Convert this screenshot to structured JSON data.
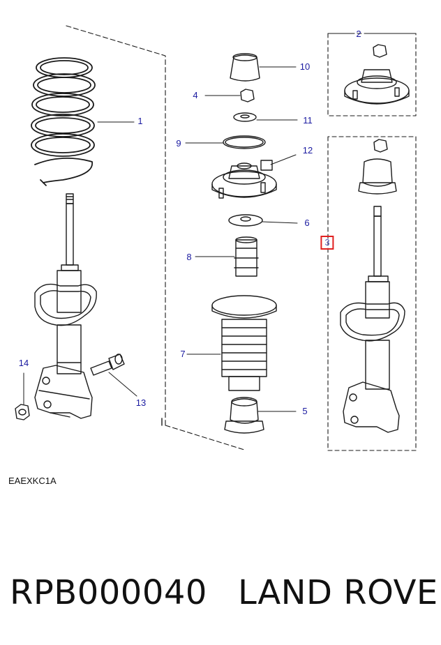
{
  "diagram": {
    "image_code": "EAEXKC1A",
    "callouts": [
      {
        "id": "1",
        "label": "1"
      },
      {
        "id": "2",
        "label": "2"
      },
      {
        "id": "3",
        "label": "3"
      },
      {
        "id": "4",
        "label": "4"
      },
      {
        "id": "5",
        "label": "5"
      },
      {
        "id": "6",
        "label": "6"
      },
      {
        "id": "7",
        "label": "7"
      },
      {
        "id": "8",
        "label": "8"
      },
      {
        "id": "9",
        "label": "9"
      },
      {
        "id": "10",
        "label": "10"
      },
      {
        "id": "11",
        "label": "11"
      },
      {
        "id": "12",
        "label": "12"
      },
      {
        "id": "13",
        "label": "13"
      },
      {
        "id": "14",
        "label": "14"
      }
    ],
    "highlighted_callout": "3",
    "colors": {
      "callout_text": "#1a1aa0",
      "highlight_box": "#e02020",
      "line": "#1a1a1a"
    }
  },
  "footer": {
    "part_number": "RPB000040",
    "brand": "LAND ROVER"
  }
}
